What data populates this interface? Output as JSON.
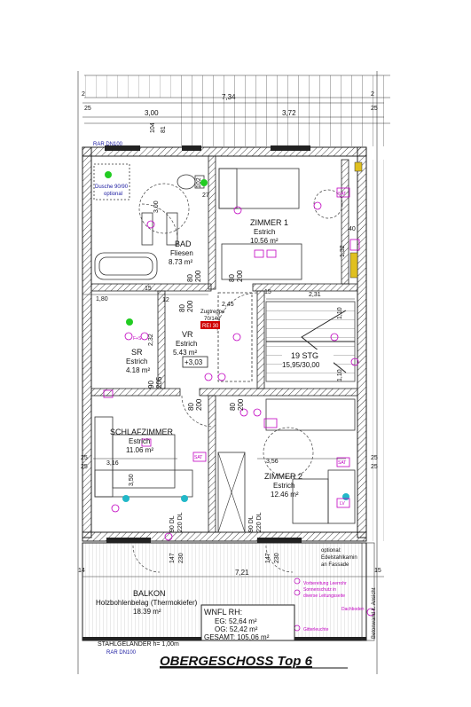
{
  "plan_title": "OBERGESCHOSS Top 6",
  "dims": {
    "top_total": "7,34",
    "bad_width": "3,00",
    "zimmer1_width": "3,72",
    "left_25": "25",
    "right_25": "25",
    "left_2": "2",
    "right_2": "2",
    "col_104": "104",
    "col_81": "81",
    "vr_2_45": "2,45",
    "stg_2_31": "2,31",
    "stg_1_10": "1,10",
    "stg_1_10b": "1,10",
    "sr_1_80": "1,80",
    "sr_2_32": "2,32",
    "col_12": "12",
    "col_15": "15",
    "col_15b": "15",
    "bad_3_00v": "3,00",
    "bad_27": "27",
    "bad_102": "102",
    "z1_40": "40",
    "z1_1_32": "1,32",
    "sz_3_16": "3,16",
    "sz_3_50": "3,50",
    "z2_3_56": "3,56",
    "bottom_total": "7,21",
    "bottom_14": "14",
    "bottom_15": "15",
    "mid_25": "25",
    "mid_25b": "25",
    "mid_25c": "25",
    "mid_25d": "25"
  },
  "rooms": {
    "bad": {
      "name": "BAD",
      "floor": "Fliesen",
      "area": "8.73 m²"
    },
    "zimmer1": {
      "name": "ZIMMER 1",
      "floor": "Estrich",
      "area": "10.56 m²"
    },
    "vr": {
      "name": "VR",
      "floor": "Estrich",
      "area": "5.43 m²"
    },
    "sr": {
      "name": "SR",
      "floor": "Estrich",
      "area": "4.18 m²"
    },
    "stg": {
      "name": "19 STG",
      "detail": "15,95/30,00"
    },
    "schlafzimmer": {
      "name": "SCHLAFZIMMER",
      "floor": "Estrich",
      "area": "11.06 m²"
    },
    "zimmer2": {
      "name": "ZIMMER 2",
      "floor": "Estrich",
      "area": "12.46 m²"
    },
    "balkon": {
      "name": "BALKON",
      "floor": "Holzbohlenbelag (Thermokiefer)",
      "area": "18.39 m²"
    }
  },
  "doors": {
    "bad": [
      "80",
      "200"
    ],
    "zimmer1": [
      "80",
      "200"
    ],
    "vr_left": [
      "80",
      "200"
    ],
    "sr": [
      "90",
      "205"
    ],
    "sz": [
      "80",
      "200"
    ],
    "z2": [
      "80",
      "200"
    ],
    "sz_bottom": [
      "90 DL",
      "220 DL"
    ],
    "z2_bottom": [
      "90 DL",
      "220 DL"
    ],
    "win_sz": [
      "147",
      "230"
    ],
    "win_z2": [
      "147",
      "230"
    ]
  },
  "labels": {
    "rar_top": "RAR DN100",
    "rar_bottom": "RAR DN100",
    "dusche": "Dusche 90/90",
    "dusche_opt": "optional",
    "zugtreppe": "Zugtreppe",
    "zugtreppe_dim": "70/140",
    "rei": "REI 30",
    "level": "+3,03",
    "stahlgelaender": "STAHLGELÄNDER  h= 1,00m",
    "kamin_1": "optional:",
    "kamin_2": "Edelstahlkamin",
    "kamin_3": "an Fassade",
    "betonwand": "Betonwand lt. Ansicht",
    "legend_1": "Vorbereitung Leerrohr",
    "legend_2": "Sonnenschutz in",
    "legend_3": "diverse Leitungsseite",
    "legend_4": "Dachboden",
    "legend_5": "Gitterleuchte",
    "sat": "SAT",
    "lv": "LV",
    "tv": "TV",
    "fs": "F+S"
  },
  "wnfl": {
    "heading": "WNFL RH:",
    "eg": "EG: 52,64 m²",
    "og": "OG: 52,42 m²",
    "total": "GESAMT: 105,06 m²"
  },
  "colors": {
    "wall": "#2a2a2a",
    "hatch": "#555555",
    "green_light": "#22cc22",
    "cyan_light": "#22b8c8",
    "magenta": "#c000c0",
    "blue_text": "#1a1aa0",
    "red_tag": "#d00000",
    "yellow": "#e0c020"
  }
}
